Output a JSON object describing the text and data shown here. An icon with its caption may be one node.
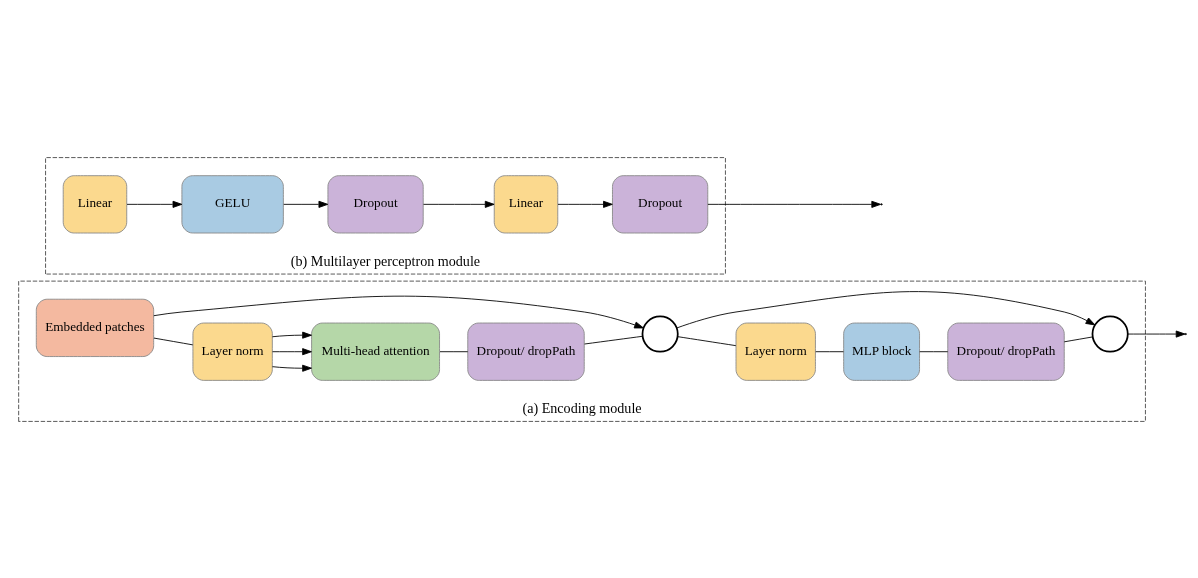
{
  "diagram": {
    "nodes": [
      {
        "text": [
          "(a) Encoding module"
        ]
      },
      {
        "text": [
          "Embedded patches"
        ],
        "in": 0
      },
      {
        "text": [
          "Layer norm"
        ],
        "in": 0
      },
      {
        "text": [
          "Multi-head attention"
        ],
        "in": 0
      },
      {
        "text": [
          "Dropout/ dropPath"
        ],
        "in": 0
      },
      {
        "text": [],
        "shape": "circle",
        "in": 0
      },
      {
        "text": [
          "Layer norm"
        ],
        "in": 0
      },
      {
        "text": [
          "MLP block"
        ],
        "in": 0
      },
      {
        "text": [
          "Dropout/ dropPath"
        ],
        "in": 0
      },
      {
        "text": [],
        "shape": "circle",
        "in": 0
      },
      {
        "text": [
          "(b) Multilayer perceptron module"
        ]
      },
      {
        "text": [
          "Linear"
        ],
        "in": 10
      },
      {
        "text": [
          "GELU"
        ],
        "in": 10
      },
      {
        "text": [
          "Dropout"
        ],
        "in": 10
      },
      {
        "text": [
          "Linear"
        ],
        "in": 10
      },
      {
        "text": [
          "Dropout"
        ],
        "in": 10
      }
    ],
    "edges": [
      {
        "from": 1,
        "to": 2,
        "arrow": "none"
      },
      {
        "from": 2,
        "to": 3,
        "arrow": "to"
      },
      {
        "from": 2,
        "to": 3,
        "arrow": "to"
      },
      {
        "from": 2,
        "to": 3,
        "arrow": "to"
      },
      {
        "from": 3,
        "to": 4,
        "arrow": "none"
      },
      {
        "from": 4,
        "to": 5,
        "arrow": "none"
      },
      {
        "from": 1,
        "to": 5,
        "arrow": "to"
      },
      {
        "from": 5,
        "to": 6,
        "arrow": "none"
      },
      {
        "from": 6,
        "to": 7,
        "arrow": "none"
      },
      {
        "from": 7,
        "to": 8,
        "arrow": "none"
      },
      {
        "from": 8,
        "to": 9,
        "arrow": "none"
      },
      {
        "from": 5,
        "to": 9,
        "arrow": "to"
      },
      {
        "from": 9,
        "to": null,
        "arrow": "to"
      },
      {
        "from": 11,
        "to": 12,
        "arrow": "to"
      },
      {
        "from": 12,
        "to": 13,
        "arrow": "to"
      },
      {
        "from": 13,
        "to": 14,
        "arrow": "to"
      },
      {
        "from": 14,
        "to": 15,
        "arrow": "to"
      },
      {
        "from": 15,
        "to": null,
        "arrow": "to"
      }
    ]
  }
}
